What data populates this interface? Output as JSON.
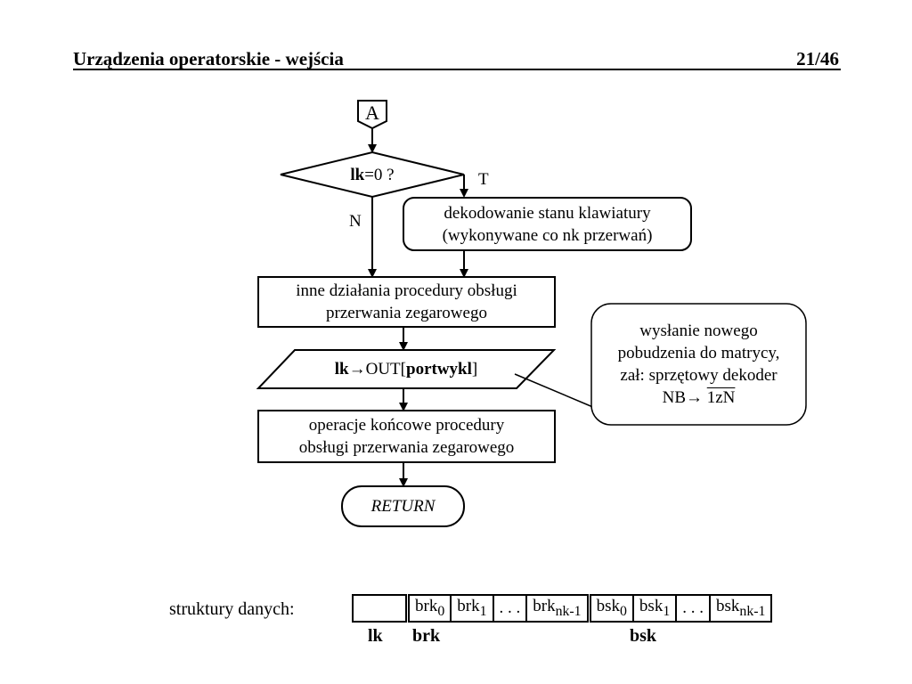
{
  "header": {
    "title": "Urządzenia operatorskie - wejścia",
    "page": "21/46"
  },
  "flowchart": {
    "connector": "A",
    "decision": {
      "bold": "lk",
      "rest": "=0 ?"
    },
    "yes_label": "T",
    "no_label": "N",
    "decode_box": {
      "line1": "dekodowanie stanu klawiatury",
      "line2": "(wykonywane co nk przerwań)"
    },
    "other_box": {
      "line1": "inne działania procedury obsługi",
      "line2": "przerwania zegarowego"
    },
    "io_box": {
      "part1": "lk",
      "arrow": "→",
      "part2": "OUT[",
      "part3": "portwykl",
      "part4": "]"
    },
    "callout": {
      "line1": "wysłanie nowego",
      "line2": "pobudzenia do matrycy,",
      "line3": "zał: sprzętowy dekoder",
      "line4_prefix": "NB→ ",
      "line4_overline": "1zN"
    },
    "final_box": {
      "line1": "operacje końcowe procedury",
      "line2": "obsługi przerwania zegarowego"
    },
    "return_label": "RETURN"
  },
  "structures": {
    "label": "struktury danych:",
    "cells": [
      {
        "base": "",
        "sub": ""
      },
      {
        "base": "brk",
        "sub": "0"
      },
      {
        "base": "brk",
        "sub": "1"
      },
      {
        "base": ". . .",
        "sub": ""
      },
      {
        "base": "brk",
        "sub": "nk-1"
      },
      {
        "base": "bsk",
        "sub": "0"
      },
      {
        "base": "bsk",
        "sub": "1"
      },
      {
        "base": ". . .",
        "sub": ""
      },
      {
        "base": "bsk",
        "sub": "nk-1"
      }
    ],
    "under_labels": {
      "lk": "lk",
      "brk": "brk",
      "bsk": "bsk"
    }
  }
}
